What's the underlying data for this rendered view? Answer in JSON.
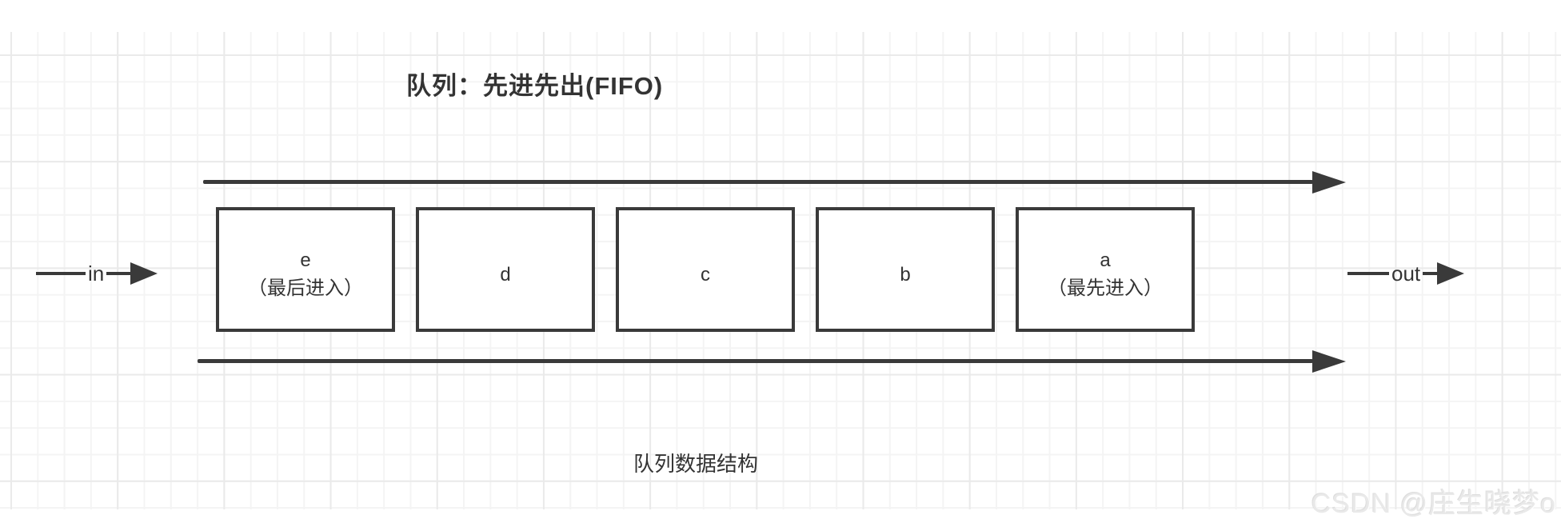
{
  "diagram": {
    "title": "队列：先进先出(FIFO)",
    "caption": "队列数据结构",
    "in_label": "in",
    "out_label": "out",
    "boxes": [
      {
        "label": "e",
        "sublabel": "（最后进入）"
      },
      {
        "label": "d"
      },
      {
        "label": "c"
      },
      {
        "label": "b"
      },
      {
        "label": "a",
        "sublabel": "（最先进入）"
      }
    ],
    "watermark": "CSDN @庄生晓梦o",
    "colors": {
      "stroke": "#3a3a3a",
      "text": "#333333",
      "grid_minor": "#f4f4f4",
      "grid_major": "#eaeaea",
      "watermark": "#e9e9e9",
      "background": "#ffffff"
    }
  }
}
